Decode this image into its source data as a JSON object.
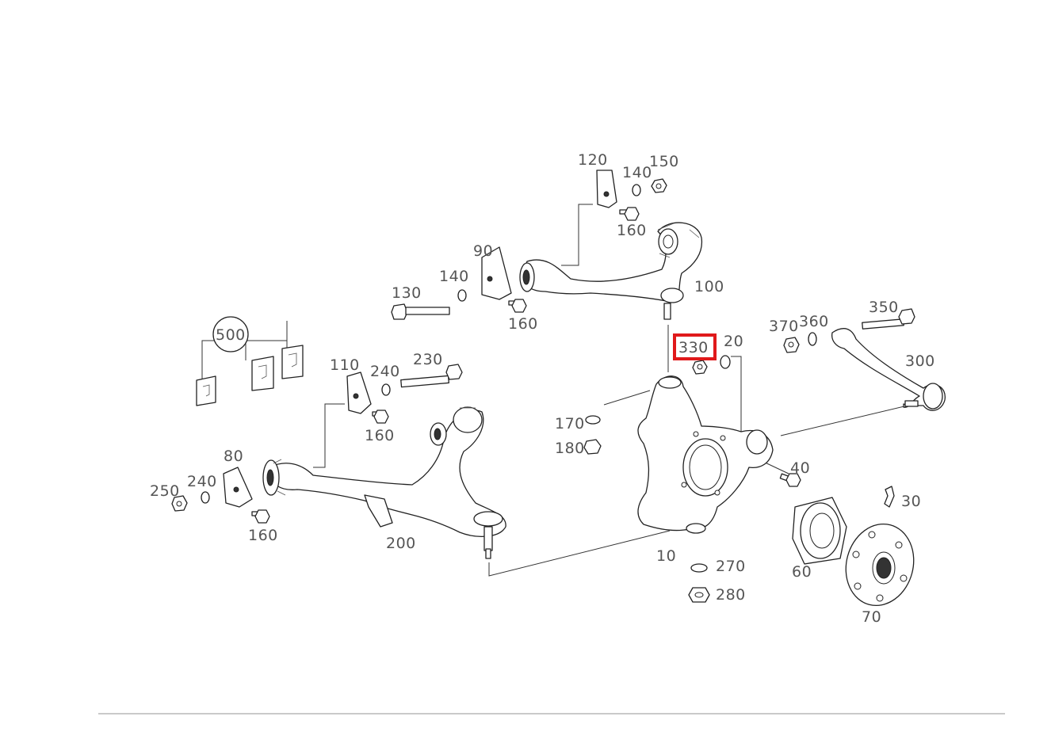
{
  "diagram": {
    "part_numbers": {
      "p10": "10",
      "p20": "20",
      "p30": "30",
      "p40": "40",
      "p60": "60",
      "p70": "70",
      "p80": "80",
      "p90": "90",
      "p100": "100",
      "p110": "110",
      "p120": "120",
      "p130": "130",
      "p140_upper": "140",
      "p140_mid": "140",
      "p150": "150",
      "p160_upper": "160",
      "p160_mid": "160",
      "p160_lower_a": "160",
      "p160_lower_b": "160",
      "p170": "170",
      "p180": "180",
      "p200": "200",
      "p230": "230",
      "p240_a": "240",
      "p240_b": "240",
      "p250": "250",
      "p270": "270",
      "p280": "280",
      "p300": "300",
      "p330": "330",
      "p350": "350",
      "p360": "360",
      "p370": "370",
      "p500": "500"
    },
    "selected_part": "330",
    "highlight_color": "#e0191b"
  }
}
